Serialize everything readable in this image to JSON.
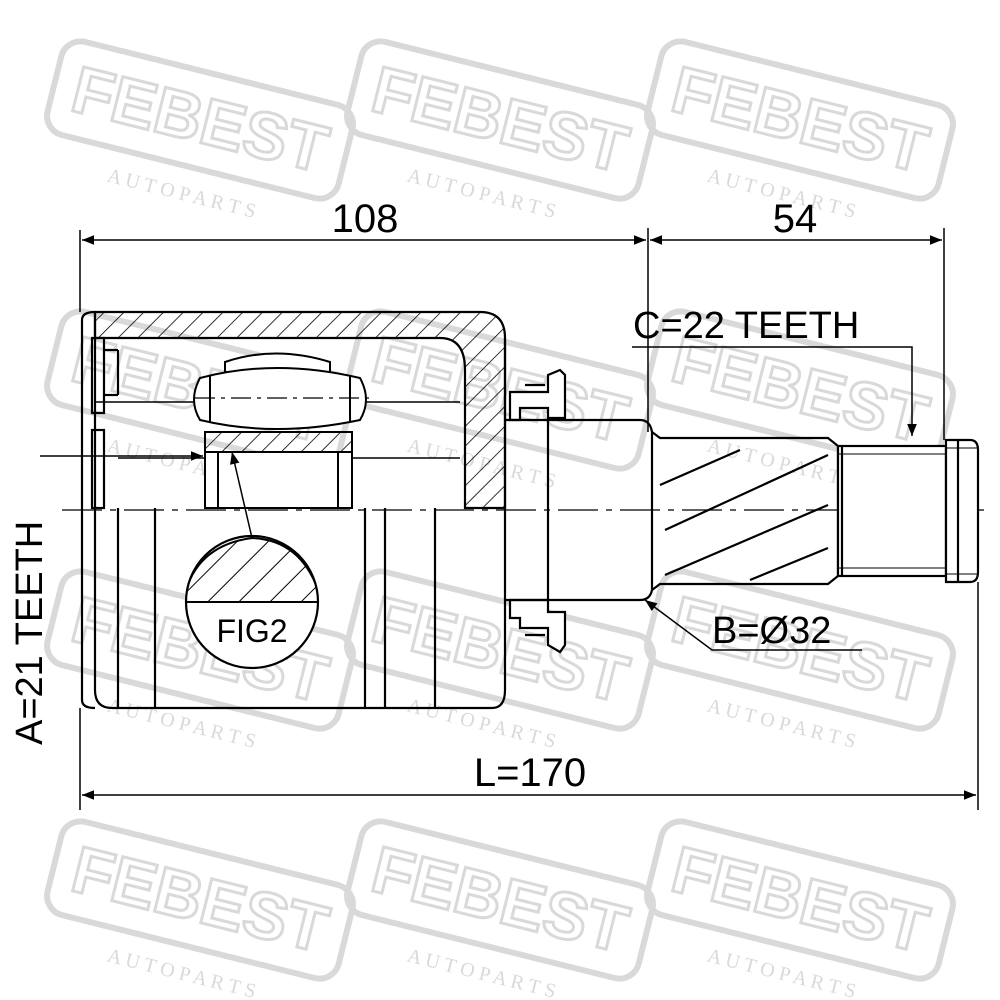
{
  "watermark": {
    "brand": "FEBEST",
    "tagline": "A U T O   P A R T S",
    "color": "#d9d9d9"
  },
  "dimensions": {
    "inner_length": "108",
    "spline_length": "54",
    "total_length": "L=170",
    "outer_spline": "C=22 TEETH",
    "shaft_diameter": "B=Ø32",
    "inner_spline": "A=21 TEETH",
    "detail_label": "FIG2"
  },
  "colors": {
    "line": "#000000",
    "background": "#ffffff"
  }
}
